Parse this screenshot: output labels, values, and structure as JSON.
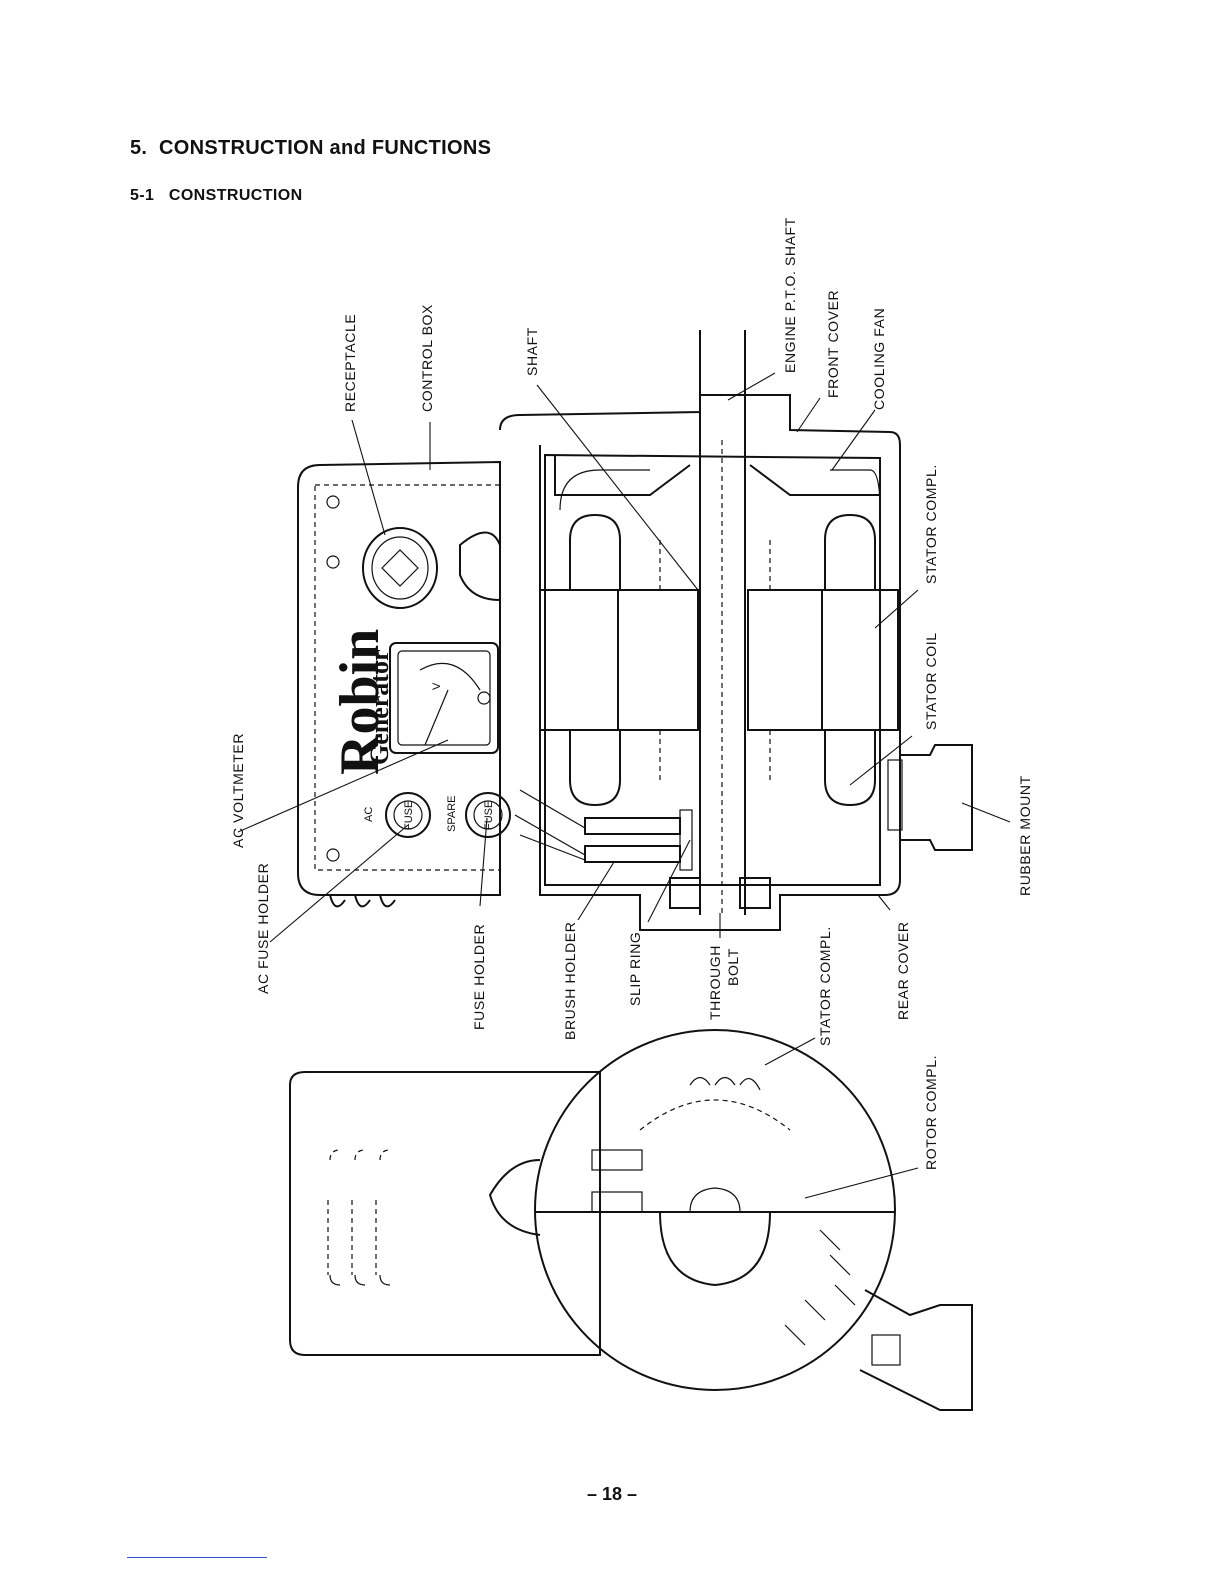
{
  "section": {
    "number": "5.",
    "title": "CONSTRUCTION and FUNCTIONS"
  },
  "subsection": {
    "number": "5-1",
    "title": "CONSTRUCTION"
  },
  "figure": {
    "logo": {
      "brand": "Robin",
      "product": "Generator"
    },
    "panel_marks": {
      "ac": "AC",
      "spare": "SPARE",
      "fuse": "FUSE",
      "volt": "V"
    },
    "labels": {
      "receptacle": "RECEPTACLE",
      "control_box": "CONTROL BOX",
      "shaft": "SHAFT",
      "engine_pto_shaft": "ENGINE P.T.O. SHAFT",
      "front_cover": "FRONT COVER",
      "cooling_fan": "COOLING FAN",
      "stator_compl_upper": "STATOR COMPL.",
      "stator_coil": "STATOR COIL",
      "rubber_mount": "RUBBER MOUNT",
      "ac_voltmeter": "AC VOLTMETER",
      "ac_fuse_holder": "AC FUSE HOLDER",
      "fuse_holder": "FUSE HOLDER",
      "brush_holder": "BRUSH HOLDER",
      "slip_ring": "SLIP RING",
      "through_bolt_1": "THROUGH",
      "through_bolt_2": "BOLT",
      "stator_compl_lower": "STATOR COMPL.",
      "rear_cover": "REAR COVER",
      "rotor_compl": "ROTOR COMPL."
    }
  },
  "page_number": "– 18 –"
}
